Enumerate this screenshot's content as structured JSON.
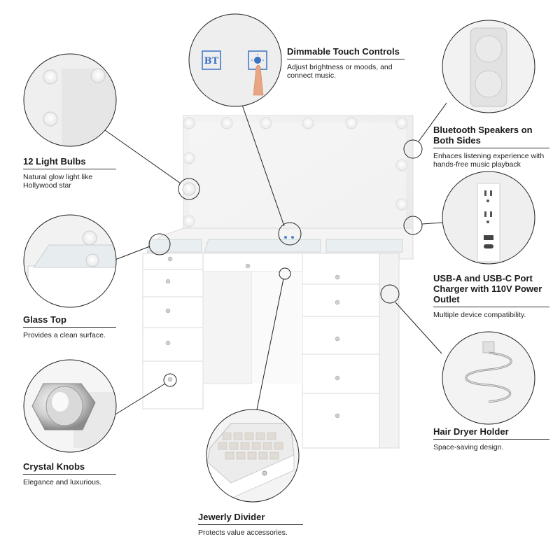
{
  "features": {
    "light_bulbs": {
      "title": "12 Light Bulbs",
      "desc": "Natural glow light like Hollywood star"
    },
    "glass_top": {
      "title": "Glass Top",
      "desc": "Provides a clean surface."
    },
    "crystal_knobs": {
      "title": "Crystal Knobs",
      "desc": "Elegance and luxurious."
    },
    "touch_controls": {
      "title": "Dimmable Touch Controls",
      "desc": "Adjust brightness or moods, and connect music."
    },
    "bluetooth": {
      "title": "Bluetooth Speakers on Both Sides",
      "desc": "Enhaces listening experience with hands-free music playback"
    },
    "usb": {
      "title": "USB-A and USB-C Port Charger with 110V Power Outlet",
      "desc": "Multiple device compatibility."
    },
    "hair_dryer": {
      "title": "Hair Dryer Holder",
      "desc": "Space-saving design."
    },
    "jewelry": {
      "title": "Jewerly Divider",
      "desc": "Protects value accessories."
    }
  },
  "touch_badge": {
    "bt_label": "BT"
  },
  "colors": {
    "text": "#1a1a1a",
    "rule": "#333333",
    "furniture": "#ffffff",
    "shadow": "#e6e6e6",
    "badge_blue": "#3a73c4"
  },
  "icons": [
    "light-bulb-icon",
    "bluetooth-touch-icon",
    "brightness-touch-icon",
    "speaker-icon",
    "power-outlet-icon",
    "usb-port-icon",
    "hair-dryer-holder-icon",
    "crystal-knob-icon",
    "jewelry-tray-icon"
  ]
}
